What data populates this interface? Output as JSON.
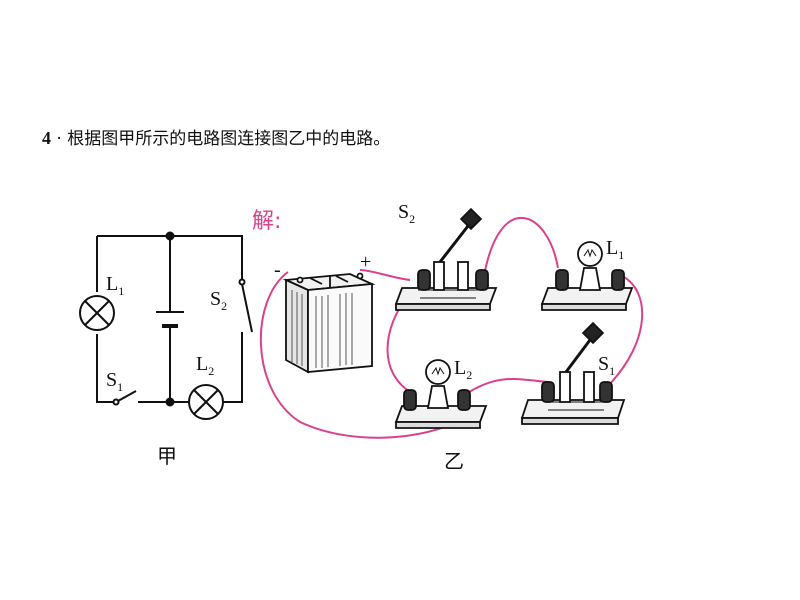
{
  "question": {
    "number": "4",
    "dot": "·",
    "text": "根据图甲所示的电路图连接图乙中的电路。"
  },
  "schematic": {
    "caption": "甲",
    "L1": {
      "main": "L",
      "sub": "1"
    },
    "L2": {
      "main": "L",
      "sub": "2"
    },
    "S1": {
      "main": "S",
      "sub": "1"
    },
    "S2": {
      "main": "S",
      "sub": "2"
    }
  },
  "physical": {
    "caption": "乙",
    "solution_label": "解:",
    "battery_minus": "-",
    "battery_plus": "+",
    "L1": {
      "main": "L",
      "sub": "1"
    },
    "L2": {
      "main": "L",
      "sub": "2"
    },
    "S1": {
      "main": "S",
      "sub": "1"
    },
    "S2": {
      "main": "S",
      "sub": "2"
    }
  },
  "colors": {
    "wire": "#d9418a",
    "ink": "#111111",
    "panel": "#f2f2f2"
  }
}
